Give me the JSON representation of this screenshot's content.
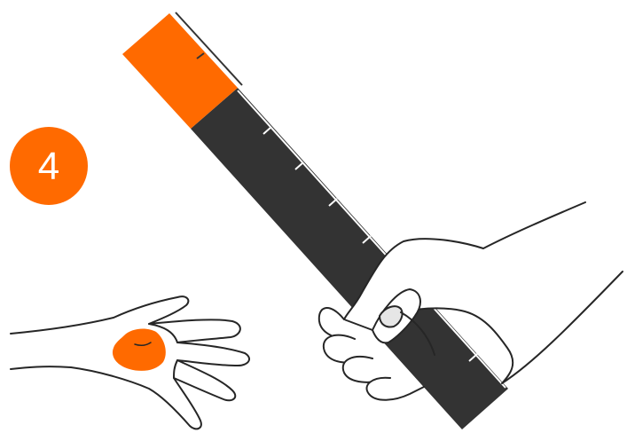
{
  "step": {
    "number": "4"
  },
  "colors": {
    "accent": "#ff6a00",
    "dark": "#333333",
    "outline": "#262626",
    "background": "#ffffff"
  },
  "icons": [
    "step-number-badge",
    "ruler-stick",
    "gripping-hand",
    "open-palm",
    "skin-patch"
  ]
}
